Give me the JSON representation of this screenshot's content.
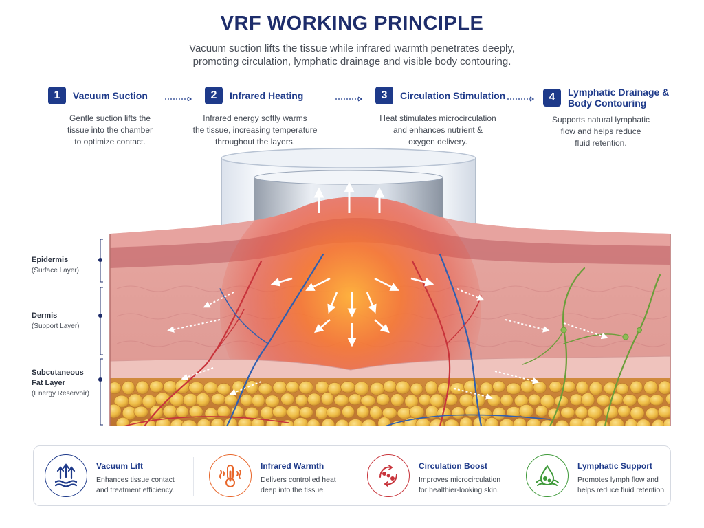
{
  "header": {
    "title": "VRF WORKING PRINCIPLE",
    "subtitle_line1": "Vacuum suction lifts the tissue while infrared warmth penetrates deeply,",
    "subtitle_line2": "promoting circulation, lymphatic drainage and visible body contouring."
  },
  "steps": [
    {
      "number": "1",
      "title": "Vacuum Suction",
      "desc": [
        "Gentle suction lifts the",
        "tissue into the chamber",
        "to optimize contact."
      ]
    },
    {
      "number": "2",
      "title": "Infrared Heating",
      "desc": [
        "Infrared energy softly warms",
        "the tissue, increasing temperature",
        "throughout the layers."
      ]
    },
    {
      "number": "3",
      "title": "Circulation Stimulation",
      "desc": [
        "Heat stimulates microcirculation",
        "and enhances nutrient &",
        "oxygen delivery."
      ]
    },
    {
      "number": "4",
      "title_line1": "Lymphatic Drainage &",
      "title_line2": "Body Contouring",
      "desc": [
        "Supports natural lymphatic",
        "flow and helps reduce",
        "fluid retention."
      ]
    }
  ],
  "layers": [
    {
      "name": "Epidermis",
      "sub": "(Surface Layer)"
    },
    {
      "name": "Dermis",
      "sub": "(Support Layer)"
    },
    {
      "name_line1": "Subcutaneous",
      "name_line2": "Fat Layer",
      "sub": "(Energy Reservoir)"
    }
  ],
  "benefits": [
    {
      "title": "Vacuum Lift",
      "desc": [
        "Enhances tissue contact",
        "and treatment efficiency."
      ],
      "icon": "vacuum-lift-icon",
      "color": "#1e3a8a"
    },
    {
      "title": "Infrared Warmth",
      "desc": [
        "Delivers controlled heat",
        "deep into the tissue."
      ],
      "icon": "thermometer-icon",
      "color": "#e8662a"
    },
    {
      "title": "Circulation Boost",
      "desc": [
        "Improves microcirculation",
        "for healthier-looking skin."
      ],
      "icon": "circulation-icon",
      "color": "#c8343b"
    },
    {
      "title": "Lymphatic Support",
      "desc": [
        "Promotes lymph flow and",
        "helps reduce fluid retention."
      ],
      "icon": "lymph-drop-icon",
      "color": "#3f9a3a"
    }
  ],
  "colors": {
    "navy": "#1e3a8a",
    "title": "#1e2d6b",
    "heat": "#f26a2a",
    "vein_blue": "#2f5fb0",
    "artery_red": "#c8343b",
    "lymph_green": "#6a9e3a",
    "fat_yellow": "#e9b13a"
  }
}
